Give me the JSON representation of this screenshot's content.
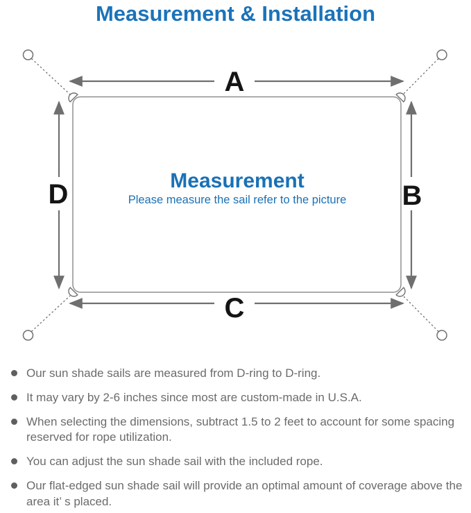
{
  "title": "Measurement & Installation",
  "diagram": {
    "labels": {
      "top": "A",
      "right": "B",
      "bottom": "C",
      "left": "D"
    },
    "center_title": "Measurement",
    "center_subtitle": "Please measure the sail refer to the picture",
    "colors": {
      "accent_blue": "#1b73b9",
      "line_gray": "#6f6f6f",
      "border_gray": "#8f8f8f",
      "label_black": "#141414"
    }
  },
  "notes": {
    "bullets": [
      "Our sun shade sails are measured from D-ring to D-ring.",
      "It may vary by 2-6 inches since most are custom-made in U.S.A.",
      "When selecting the dimensions, subtract 1.5 to 2 feet to account for some spacing reserved for rope utilization.",
      "You can adjust the sun shade sail with the included rope.",
      "Our flat-edged sun shade sail will provide an optimal amount of coverage above the area it’ s placed."
    ]
  }
}
